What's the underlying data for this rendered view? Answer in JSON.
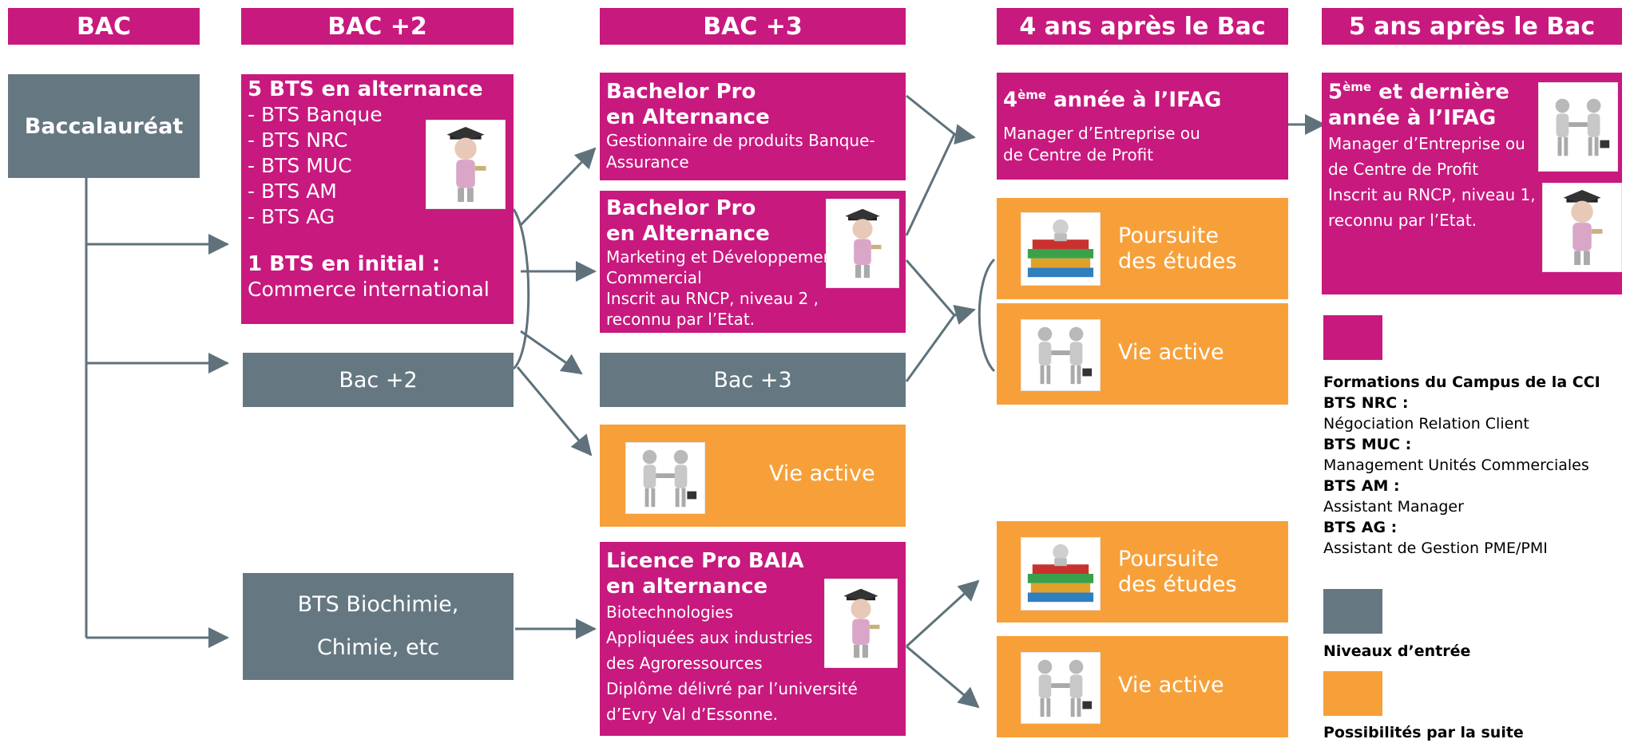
{
  "headers": [
    "BAC",
    "BAC +2",
    "BAC +3",
    "4 ans après le Bac",
    "5 ans après le Bac"
  ],
  "bac_box": "Baccalauréat",
  "bts_alternance": {
    "title": "5 BTS en alternance",
    "items": [
      "- BTS Banque",
      "- BTS NRC",
      "- BTS MUC",
      "- BTS AM",
      "- BTS AG"
    ],
    "initial_title": "1 BTS en initial :",
    "initial_item": "Commerce international"
  },
  "bac2_box": "Bac +2",
  "bts_bio": [
    "BTS Biochimie,",
    "Chimie, etc"
  ],
  "bachelor1": {
    "title": [
      "Bachelor Pro",
      "en Alternance"
    ],
    "lines": [
      "Gestionnaire de produits Banque-",
      "Assurance"
    ]
  },
  "bachelor2": {
    "title": [
      "Bachelor Pro",
      "en Alternance"
    ],
    "lines": [
      "Marketing et Développement",
      "Commercial",
      "Inscrit au RNCP, niveau 2 ,",
      "reconnu par l’Etat."
    ]
  },
  "bac3_box": "Bac +3",
  "vie_active_bac3": "Vie active",
  "licence": {
    "title": [
      "Licence Pro BAIA",
      "en alternance"
    ],
    "lines": [
      "Biotechnologies",
      "Appliquées aux industries",
      "des Agroressources",
      "Diplôme délivré par l’université",
      "d’Evry Val d’Essonne."
    ]
  },
  "year4": {
    "title_sup": "ème",
    "title_num": "4",
    "title_rest": " année à l’IFAG",
    "lines": [
      "Manager d’Entreprise ou",
      "de Centre de Profit"
    ]
  },
  "poursuite_1": [
    "Poursuite",
    "des études"
  ],
  "vie_active_1": "Vie active",
  "poursuite_2": [
    "Poursuite",
    "des études"
  ],
  "vie_active_2": "Vie active",
  "year5": {
    "title_num": "5",
    "title_sup": "ème",
    "title_rest": " et dernière",
    "title_line2": "année à l’IFAG",
    "lines": [
      "Manager d’Entreprise ou",
      "de Centre de Profit",
      "Inscrit au RNCP, niveau 1,",
      "reconnu par l’Etat."
    ]
  },
  "legend": {
    "magenta_title": "Formations du Campus de la CCI",
    "definitions": [
      {
        "term": "BTS NRC :",
        "desc": "Négociation Relation Client"
      },
      {
        "term": "BTS MUC :",
        "desc": "Management Unités Commerciales"
      },
      {
        "term": "BTS AM :",
        "desc": "Assistant Manager"
      },
      {
        "term": "BTS AG :",
        "desc": "Assistant de Gestion PME/PMI"
      }
    ],
    "gray_title": "Niveaux d’entrée",
    "orange_title": "Possibilités par la suite"
  },
  "colors": {
    "magenta": "#c8197e",
    "gray": "#657882",
    "orange": "#f7a03a",
    "arrow": "#5f727c"
  },
  "icons": [
    "graduate-icon",
    "handshake-icon",
    "books-icon"
  ]
}
